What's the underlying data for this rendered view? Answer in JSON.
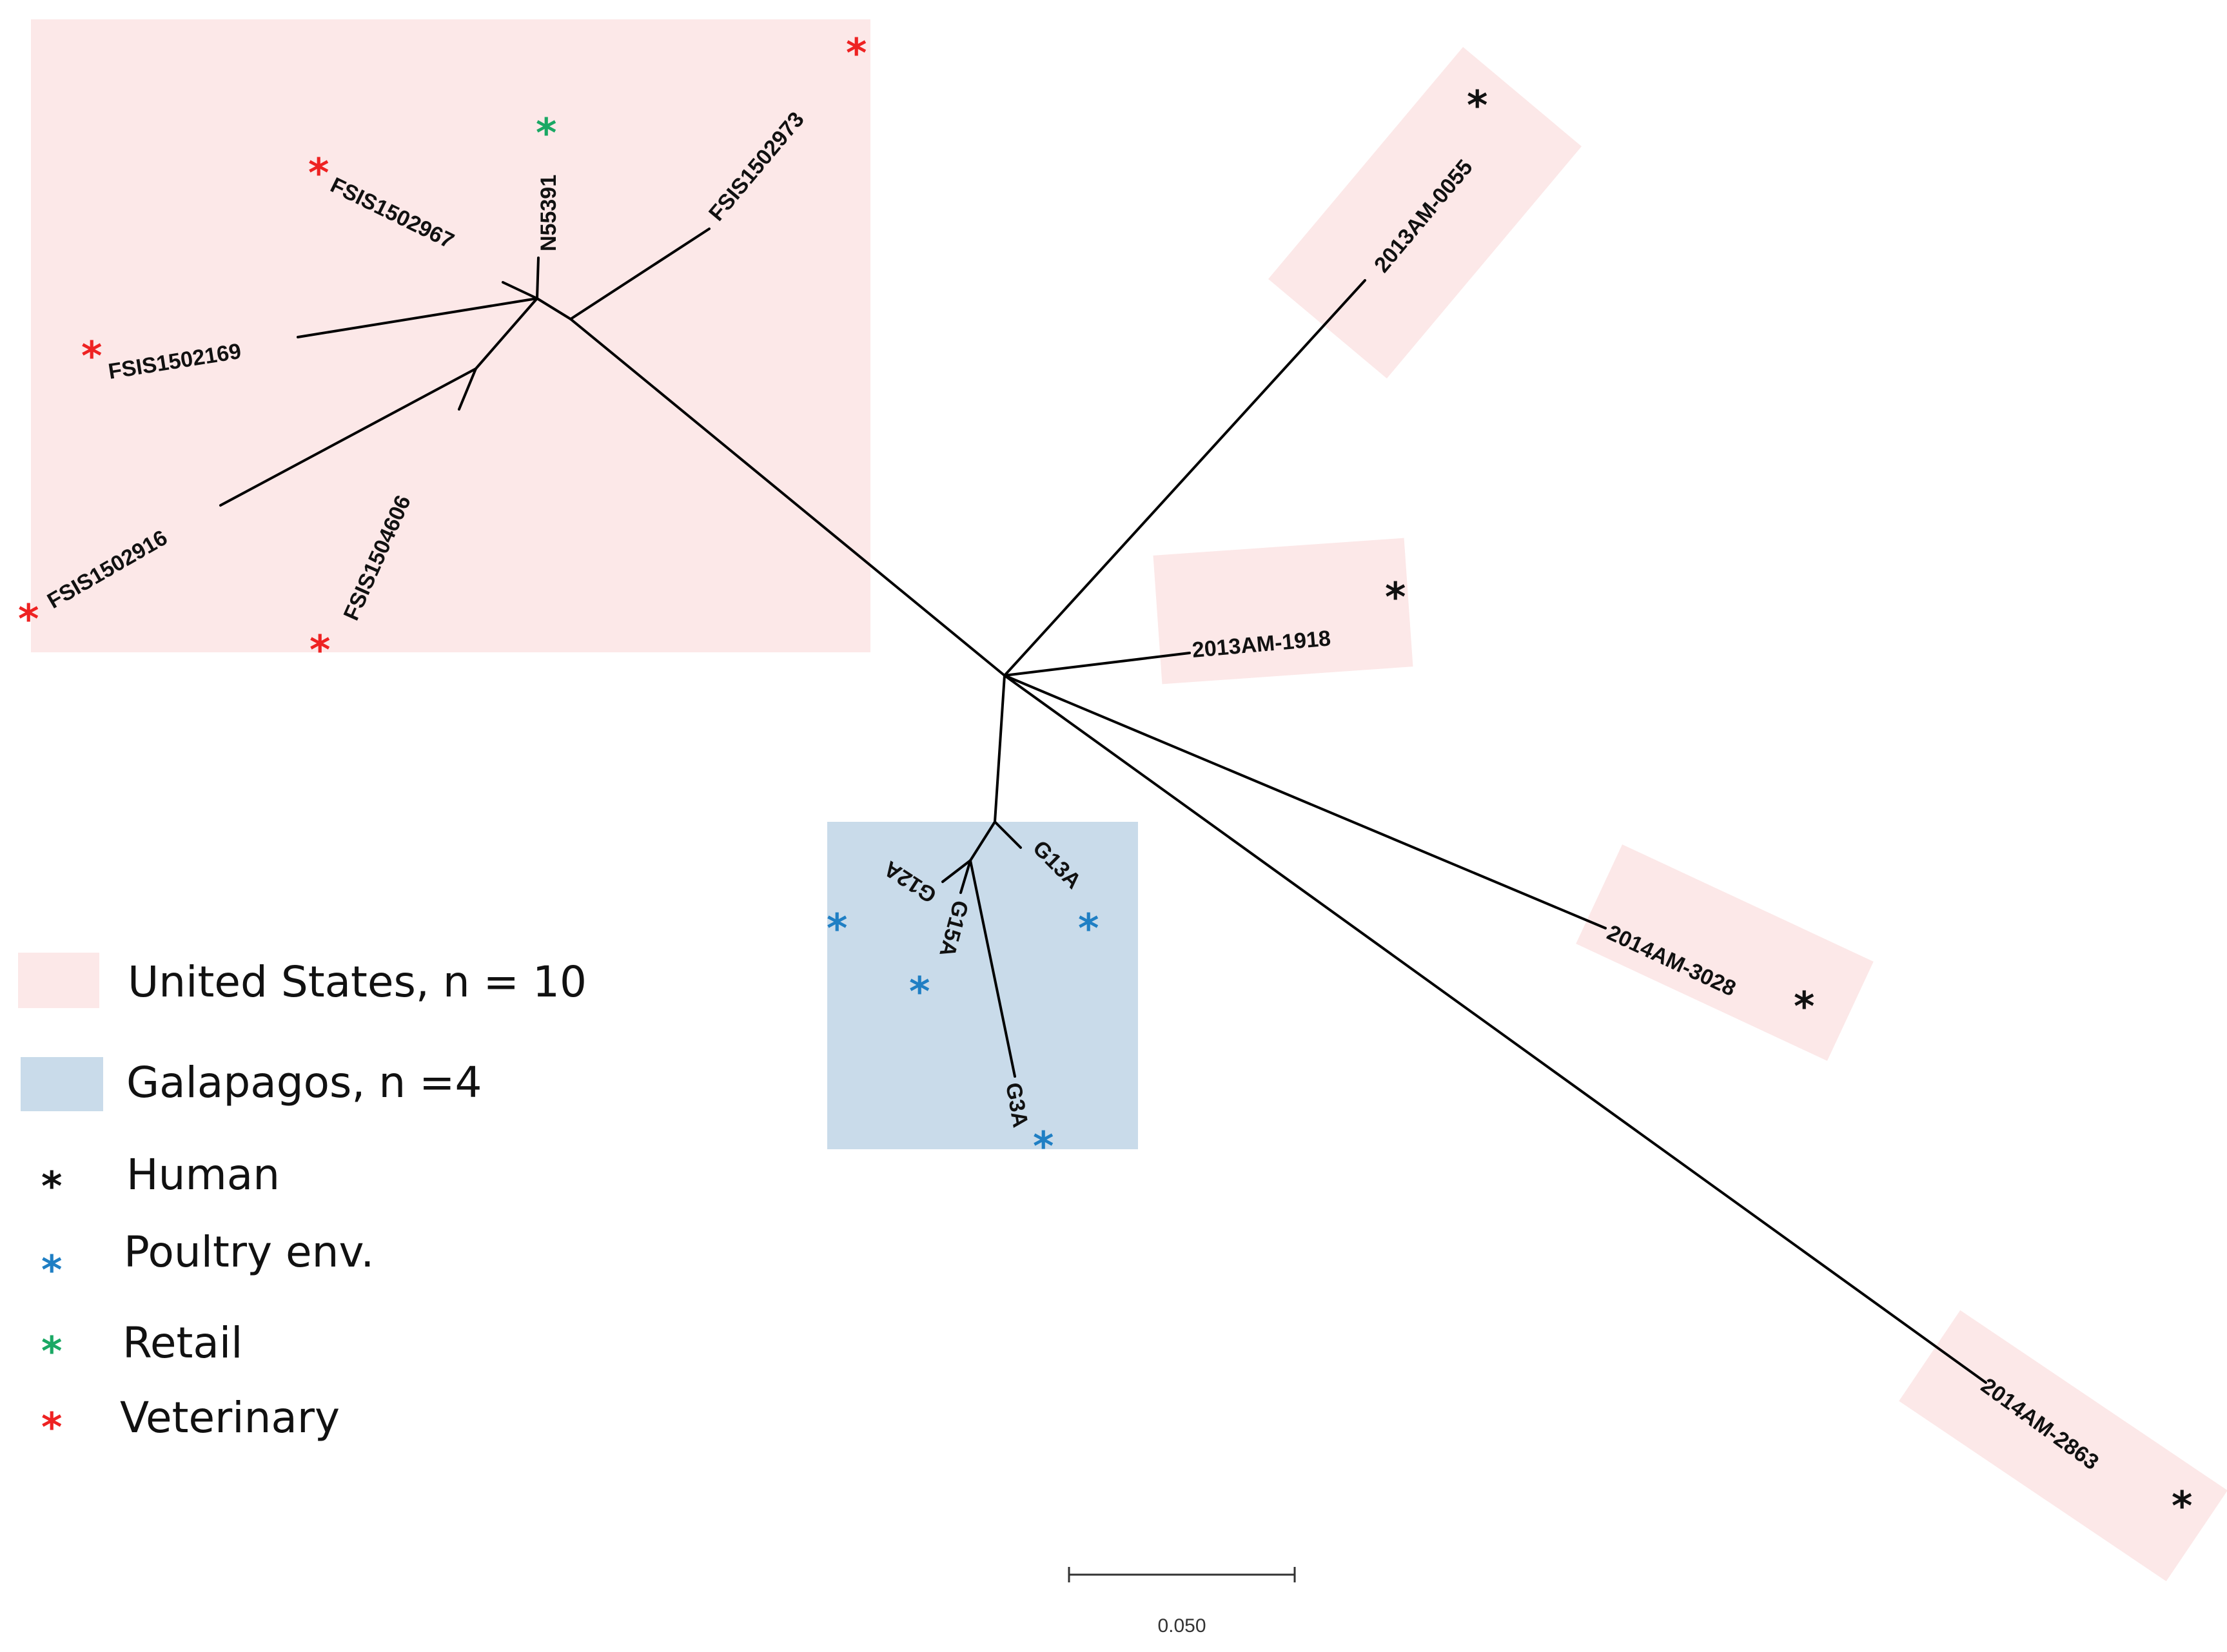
{
  "colors": {
    "us_region": "#fce8e8",
    "galapagos_region": "#c9dbea",
    "human": "#111111",
    "poultry_env": "#1f7fc4",
    "retail": "#1aa864",
    "veterinary": "#ee2222"
  },
  "leaves": {
    "fsis1502973": "FSIS1502973",
    "n55391": "N55391",
    "fsis1502967": "FSIS1502967",
    "fsis1502169": "FSIS1502169",
    "fsis1502916": "FSIS1502916",
    "fsis1504606": "FSIS1504606",
    "am0055": "2013AM-0055",
    "am1918": "2013AM-1918",
    "am3028": "2014AM-3028",
    "am2863": "2014AM-2863",
    "g12a": "G12A",
    "g15a": "G15A",
    "g13a": "G13A",
    "g3a": "G3A"
  },
  "asterisk": "*",
  "legend": {
    "united_states": "United States, n = 10",
    "galapagos": "Galapagos, n =4",
    "human": "Human",
    "poultry_env": "Poultry env.",
    "retail": "Retail",
    "veterinary": "Veterinary"
  },
  "scale_bar": {
    "label": "0.050"
  }
}
